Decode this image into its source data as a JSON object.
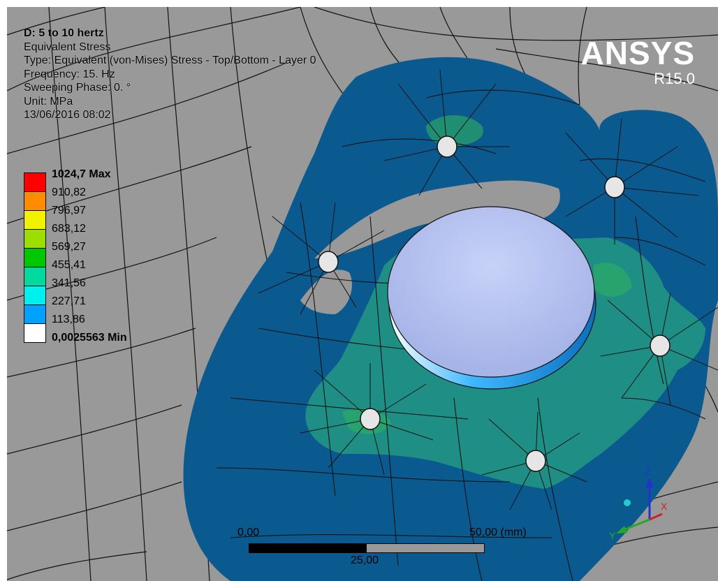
{
  "info": {
    "title": "D: 5 to 10 hertz",
    "lines": [
      "Equivalent Stress",
      "Type: Equivalent (von-Mises) Stress - Top/Bottom - Layer 0",
      "Frequency: 15. Hz",
      "Sweeping Phase: 0. °",
      "Unit: MPa",
      "13/06/2016 08:02"
    ]
  },
  "legend": {
    "max_label": "1024,7 Max",
    "min_label": "0,0025563 Min",
    "ticks": [
      "910,82",
      "796,97",
      "683,12",
      "569,27",
      "455,41",
      "341,56",
      "227,71",
      "113,86"
    ],
    "colors": [
      "#ff0000",
      "#ff8c00",
      "#f2f200",
      "#9bde00",
      "#00c800",
      "#00d9a0",
      "#00f0f0",
      "#00a2ff",
      "#ffffff"
    ]
  },
  "logo": {
    "brand": "ANSYS",
    "version": "R15.0"
  },
  "scale_bar": {
    "left": "0,00",
    "right": "50,00 (mm)",
    "middle": "25,00"
  },
  "triad": {
    "axes": [
      "Z",
      "X",
      "Y"
    ]
  },
  "colors": {
    "background": "#999999",
    "mesh": "#000000",
    "stress_low": "#0a5a8f",
    "stress_mid": "#1f8f85",
    "stress_green": "#2fb060",
    "shaft": "#b8c4f0"
  }
}
